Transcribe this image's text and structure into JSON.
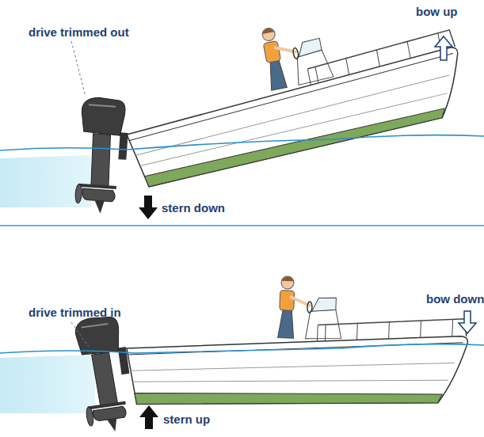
{
  "diagram": {
    "labels": [
      "bow up",
      "drive trimmed out",
      "stern down",
      "drive trimmed in",
      "bow down",
      "stern up"
    ]
  }
}
